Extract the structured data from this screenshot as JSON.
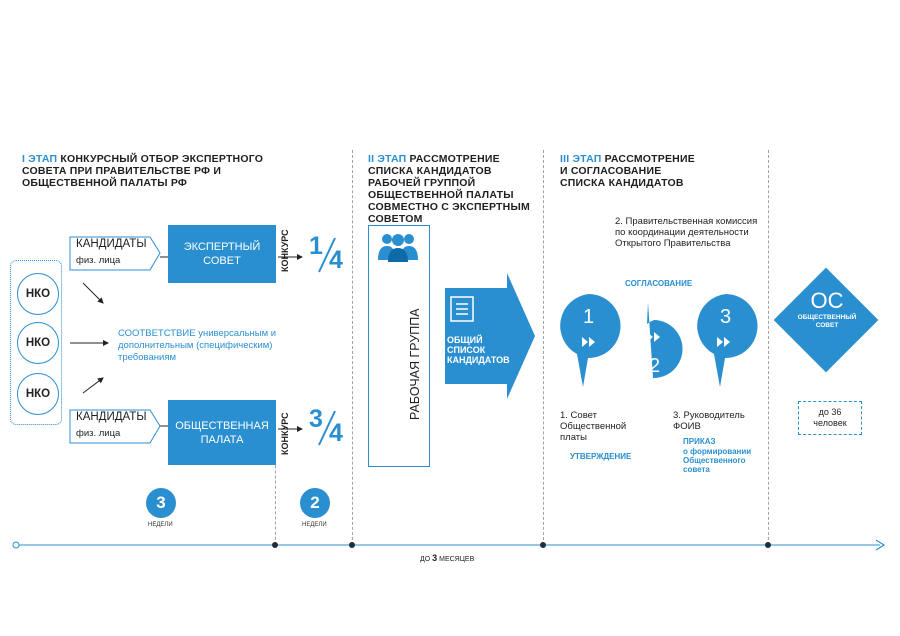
{
  "stage1": {
    "num": "I ЭТАП",
    "title": "КОНКУРСНЫЙ ОТБОР ЭКСПЕРТНОГО СОВЕТА ПРИ ПРАВИТЕЛЬСТВЕ РФ И ОБЩЕСТВЕННОЙ ПАЛАТЫ РФ"
  },
  "stage2": {
    "num": "II ЭТАП",
    "title": "РАССМОТРЕНИЕ СПИСКА КАНДИДАТОВ РАБОЧЕЙ ГРУППОЙ ОБЩЕСТВЕННОЙ ПАЛАТЫ СОВМЕСТНО С ЭКСПЕРТНЫМ СОВЕТОМ"
  },
  "stage3": {
    "num": "III ЭТАП",
    "title": "РАССМОТРЕНИЕ И СОГЛАСОВАНИЕ СПИСКА КАНДИДАТОВ"
  },
  "nko": [
    "НКО",
    "НКО",
    "НКО"
  ],
  "candidates_top": {
    "main": "КАНДИДАТЫ",
    "sub": "физ. лица"
  },
  "candidates_bottom": {
    "main": "КАНДИДАТЫ",
    "sub": "физ. лица"
  },
  "box_expert": "ЭКСПЕРТНЫЙ СОВЕТ",
  "box_chamber": "ОБЩЕСТВЕННАЯ ПАЛАТА",
  "konkurs_top": "КОНКУРС",
  "konkurs_bottom": "КОНКУРС",
  "frac_top": {
    "num": "1",
    "den": "4"
  },
  "frac_bottom": {
    "num": "3",
    "den": "4"
  },
  "conformity": {
    "key": "СООТВЕТСТВИЕ",
    "rest": "универсальным и дополнительным (специфическим) требованиям"
  },
  "weeks_left": {
    "value": "3",
    "label": "НЕДЕЛИ"
  },
  "weeks_right": {
    "value": "2",
    "label": "НЕДЕЛИ"
  },
  "workgroup": "РАБОЧАЯ ГРУППА",
  "general_list": "ОБЩИЙ СПИСОК КАНДИДАТОВ",
  "step2_text": "2. Правительственная комиссия по координации деятельности Открытого Правительства",
  "step2_action": "СОГЛАСОВАНИЕ",
  "step1_text": "1. Совет Общественной платы",
  "step1_action": "УТВЕРЖДЕНИЕ",
  "step3_text": "3. Руководитель ФОИВ",
  "step3_action": "ПРИКАЗ",
  "step3_action_detail": "о формировании Общественного совета",
  "bubbles": [
    "1",
    "2",
    "3"
  ],
  "os": {
    "abbr": "ОС",
    "name": "ОБЩЕСТВЕННЫЙ СОВЕТ"
  },
  "members": {
    "line1": "до 36",
    "line2": "человек"
  },
  "timeline": {
    "prefix": "до",
    "value": "3",
    "unit": "месяцев"
  },
  "colors": {
    "accent": "#2a8fd0"
  }
}
